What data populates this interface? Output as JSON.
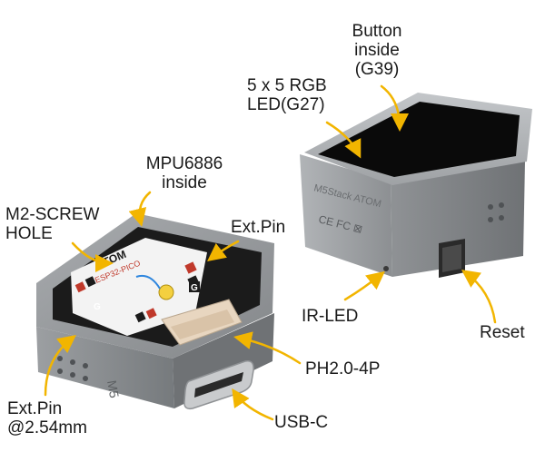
{
  "labels": {
    "button_inside": [
      "Button",
      "inside",
      "(G39)"
    ],
    "rgb_led": [
      "5 x 5  RGB",
      "LED(G27)"
    ],
    "mpu": [
      "MPU6886",
      "inside"
    ],
    "screw_hole": [
      "M2-SCREW",
      "HOLE"
    ],
    "ext_pin_top": "Ext.Pin",
    "ir_led": "IR-LED",
    "reset": "Reset",
    "ph_connector": "PH2.0-4P",
    "ext_pin_bottom": [
      "Ext.Pin",
      "@2.54mm"
    ],
    "usb_c": "USB-C"
  },
  "board_text": {
    "brand": "ATOM",
    "chip": "ESP32-PICO",
    "pins_top_left": "G",
    "pins_right": "G",
    "side_engraving": "M5"
  },
  "colors": {
    "case_gray": "#8a8d90",
    "case_light": "#b4b7ba",
    "case_dark": "#5d6063",
    "black_top": "#0a0a0a",
    "connector": "#e8d6c0",
    "usb_metal": "#c9cbcd",
    "arrow_yellow": "#f2b500",
    "pin_red": "#c0392b",
    "pin_black": "#1b1b1b",
    "text": "#1a1a1a"
  }
}
